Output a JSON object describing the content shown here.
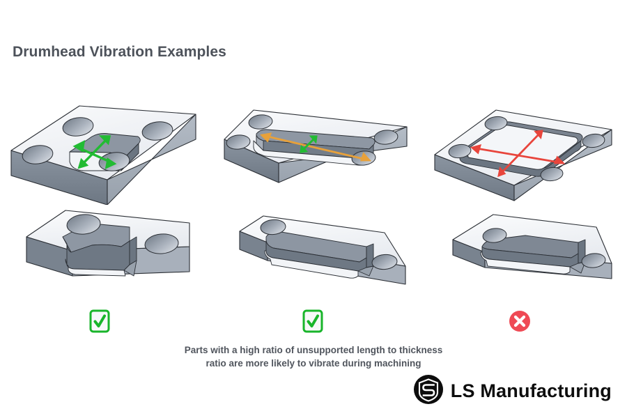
{
  "page": {
    "background": "#ffffff",
    "title": "Drumhead Vibration Examples",
    "title_color": "#4d525a"
  },
  "caption": {
    "line1": "Parts with a high ratio of unsupported length to thickness",
    "line2": "ratio are more likely to vibrate during machining",
    "color": "#50555d"
  },
  "brand": {
    "logo_icon": "ls-monogram-circle-icon",
    "name": "LS Manufacturing",
    "color": "#0d0d0d"
  },
  "colors": {
    "part_top_face": "#eef0f4",
    "part_highlight": "#f8f9fb",
    "part_side_dark": "#757f8b",
    "part_side_mid": "#9aa3ae",
    "part_pocket": "#6f7984",
    "outline": "#2b2f35",
    "arrow_green": "#22bb33",
    "arrow_orange": "#e8a13a",
    "arrow_red": "#e8453c",
    "status_ok": "#19b52b",
    "status_bad": "#ef4a55"
  },
  "examples": [
    {
      "id": "example-1",
      "name": "square-flange-thick-rib",
      "top_view_label": "square flange plate with four corner holes and central square pocket",
      "section_view_label": "section view showing thick supporting wall",
      "arrows": [
        {
          "color": "#22bb33",
          "direction": "diagonal-down-left"
        },
        {
          "color": "#22bb33",
          "direction": "diagonal-down-right"
        }
      ],
      "status": {
        "icon": "check-box-icon",
        "verdict": "good",
        "color": "#19b52b"
      }
    },
    {
      "id": "example-2",
      "name": "rectangular-plate-long-slot",
      "top_view_label": "rectangular plate with long narrow slot pocket",
      "section_view_label": "section view showing narrow bar cross-section",
      "arrows": [
        {
          "color": "#e8a13a",
          "direction": "along-length"
        },
        {
          "color": "#22bb33",
          "direction": "across-width"
        }
      ],
      "status": {
        "icon": "check-box-icon",
        "verdict": "good",
        "color": "#19b52b"
      }
    },
    {
      "id": "example-3",
      "name": "thin-plate-wide-pocket",
      "top_view_label": "thin plate with large shallow square pocket",
      "section_view_label": "section view showing thin unsupported floor",
      "arrows": [
        {
          "color": "#e8453c",
          "direction": "diagonal-down-left"
        },
        {
          "color": "#e8453c",
          "direction": "diagonal-down-right"
        }
      ],
      "status": {
        "icon": "cross-circle-icon",
        "verdict": "bad",
        "color": "#ef4a55"
      }
    }
  ]
}
